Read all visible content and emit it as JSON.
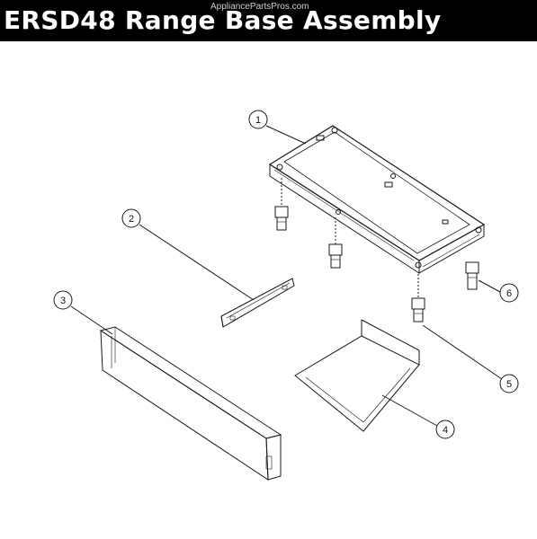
{
  "header": {
    "title": "ERSD48 Range Base Assembly",
    "watermark": "AppliancePartsPros.com"
  },
  "callouts": [
    {
      "label": "1"
    },
    {
      "label": "2"
    },
    {
      "label": "3"
    },
    {
      "label": "4"
    },
    {
      "label": "5"
    },
    {
      "label": "6"
    }
  ],
  "colors": {
    "line": "#1a1a1a",
    "title_bg": "#000000",
    "title_text": "#ffffff"
  }
}
